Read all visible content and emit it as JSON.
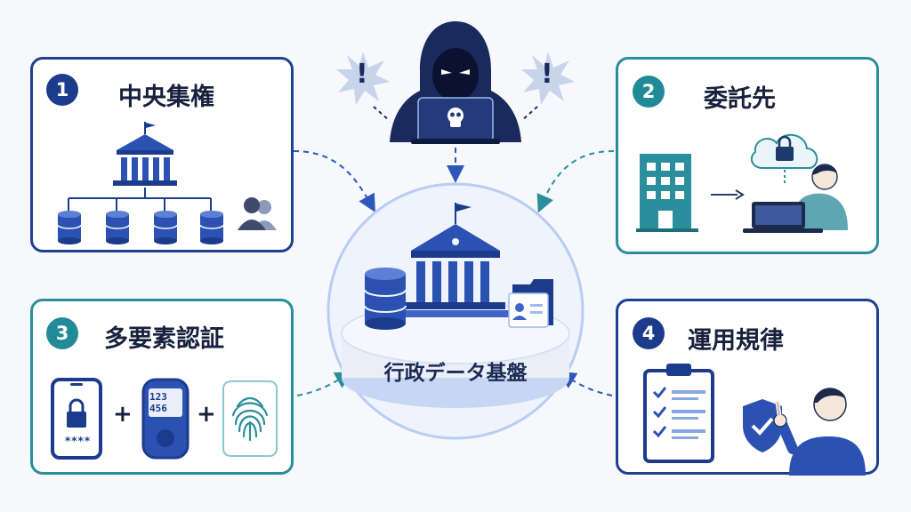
{
  "center": {
    "label": "行政データ基盤"
  },
  "cards": [
    {
      "number": "1",
      "title": "中央集権"
    },
    {
      "number": "2",
      "title": "委託先"
    },
    {
      "number": "3",
      "title": "多要素認証"
    },
    {
      "number": "4",
      "title": "運用規律"
    }
  ],
  "mfa": {
    "token_code_top": "123",
    "token_code_bottom": "456",
    "plus_1": "+",
    "plus_2": "+",
    "pin_mask": "****"
  },
  "alerts": {
    "left": "!",
    "right": "!"
  },
  "colors": {
    "navy": "#1f3f8f",
    "teal": "#2a8e9c",
    "accent_blue": "#3f63c6",
    "light_blue": "#9fb8ee"
  }
}
